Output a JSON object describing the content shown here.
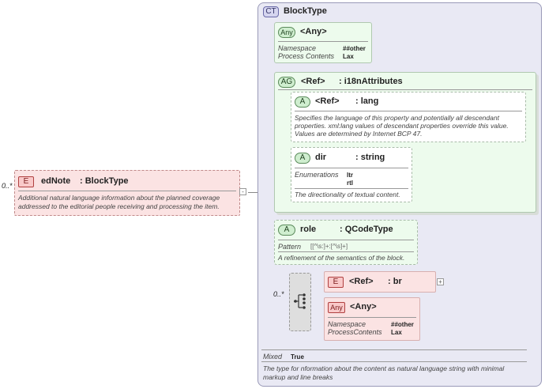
{
  "element": {
    "multiplicity": "0..*",
    "badge": "E",
    "name": "edNote",
    "type": ": BlockType",
    "description": "Additional natural language information about the planned coverage addressed to the editorial people receiving and processing the item.",
    "collapse_toggle": "-"
  },
  "complex_type": {
    "badge": "CT",
    "name": "BlockType",
    "any1": {
      "badge": "Any",
      "name": "<Any>",
      "props": [
        {
          "label": "Namespace",
          "value": "##other"
        },
        {
          "label": "Process Contents",
          "value": "Lax"
        }
      ]
    },
    "attr_group": {
      "badge": "AG",
      "ref": "<Ref>",
      "name": ": i18nAttributes",
      "lang": {
        "badge": "A",
        "ref": "<Ref>",
        "name": ": lang",
        "description_lines": [
          "Specifies the language of this property and potentially all descendant",
          "properties. xml:lang values of descendant properties override this value.",
          "Values are determined by Internet BCP 47."
        ]
      },
      "dir": {
        "badge": "A",
        "name": "dir",
        "type": ": string",
        "enum_label": "Enumerations",
        "enum_values": [
          "ltr",
          "rtl"
        ],
        "description": "The directionality of textual content."
      }
    },
    "role": {
      "badge": "A",
      "name": "role",
      "type": ": QCodeType",
      "pattern_label": "Pattern",
      "pattern_value": "[[^\\s:]+:[^\\s]+]",
      "description": "A refinement of the semantics of the block."
    },
    "choice_multiplicity": "0..*",
    "br": {
      "badge": "E",
      "ref": "<Ref>",
      "name": ": br",
      "expand_toggle": "+"
    },
    "any2": {
      "badge": "Any",
      "name": "<Any>",
      "props": [
        {
          "label": "Namespace",
          "value": "##other"
        },
        {
          "label": "ProcessContents",
          "value": "Lax"
        }
      ]
    },
    "mixed_label": "Mixed",
    "mixed_value": "True",
    "description_lines": [
      "The type for nformation about the content as natural language string with minimal",
      "markup and line breaks"
    ]
  },
  "colors": {
    "ct_bg": "#e9e9f4",
    "ct_border": "#9a9ab8",
    "green_bg": "#edfbed",
    "element_bg": "#fbe3e3",
    "element_border": "#c08a8a"
  }
}
